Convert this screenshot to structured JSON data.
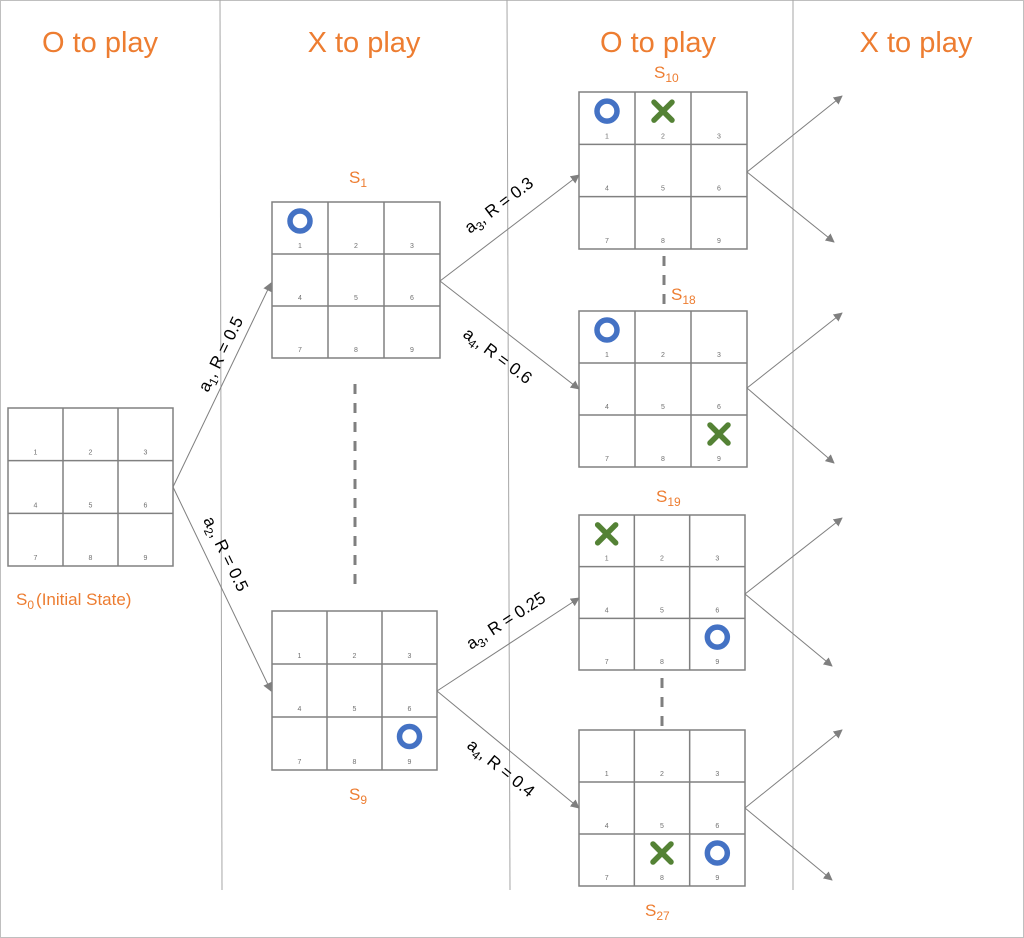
{
  "columns": [
    {
      "title": "O to play"
    },
    {
      "title": "X to play"
    },
    {
      "title": "O to play"
    },
    {
      "title": "X to play"
    }
  ],
  "cell_numbers": [
    "1",
    "2",
    "3",
    "4",
    "5",
    "6",
    "7",
    "8",
    "9"
  ],
  "marks": {
    "o": "O",
    "x": "X"
  },
  "colors": {
    "title": "#ed7d31",
    "o_mark": "#4472c4",
    "x_mark": "#548235",
    "grid": "#808080",
    "arrow": "#7f7f7f",
    "divider": "#a6a6a6"
  },
  "states": [
    {
      "id": "s0",
      "label_main": "S",
      "label_sub": "0",
      "label_suffix": "(Initial State)",
      "board": [
        "",
        "",
        "",
        "",
        "",
        "",
        "",
        "",
        ""
      ]
    },
    {
      "id": "s1",
      "label_main": "S",
      "label_sub": "1",
      "label_suffix": "",
      "board": [
        "o",
        "",
        "",
        "",
        "",
        "",
        "",
        "",
        ""
      ]
    },
    {
      "id": "s9",
      "label_main": "S",
      "label_sub": "9",
      "label_suffix": "",
      "board": [
        "",
        "",
        "",
        "",
        "",
        "",
        "",
        "",
        "o"
      ]
    },
    {
      "id": "s10",
      "label_main": "S",
      "label_sub": "10",
      "label_suffix": "",
      "board": [
        "o",
        "x",
        "",
        "",
        "",
        "",
        "",
        "",
        ""
      ]
    },
    {
      "id": "s18",
      "label_main": "S",
      "label_sub": "18",
      "label_suffix": "",
      "board": [
        "o",
        "",
        "",
        "",
        "",
        "",
        "",
        "",
        "x"
      ]
    },
    {
      "id": "s19",
      "label_main": "S",
      "label_sub": "19",
      "label_suffix": "",
      "board": [
        "x",
        "",
        "",
        "",
        "",
        "",
        "",
        "",
        "o"
      ]
    },
    {
      "id": "s27",
      "label_main": "S",
      "label_sub": "27",
      "label_suffix": "",
      "board": [
        "",
        "",
        "",
        "",
        "",
        "",
        "",
        "x",
        "o"
      ]
    }
  ],
  "edges": [
    {
      "id": "s0-s1",
      "action": "a",
      "action_sub": "1",
      "reward_text": ", R = 0.5"
    },
    {
      "id": "s0-s9",
      "action": "a",
      "action_sub": "2",
      "reward_text": ", R = 0.5"
    },
    {
      "id": "s1-s10",
      "action": "a",
      "action_sub": "3",
      "reward_text": ", R = 0.3"
    },
    {
      "id": "s1-s18",
      "action": "a",
      "action_sub": "4",
      "reward_text": ", R = 0.6"
    },
    {
      "id": "s9-s19",
      "action": "a",
      "action_sub": "3",
      "reward_text": ", R = 0.25"
    },
    {
      "id": "s9-s27",
      "action": "a",
      "action_sub": "4",
      "reward_text": ", R = 0.4"
    }
  ]
}
